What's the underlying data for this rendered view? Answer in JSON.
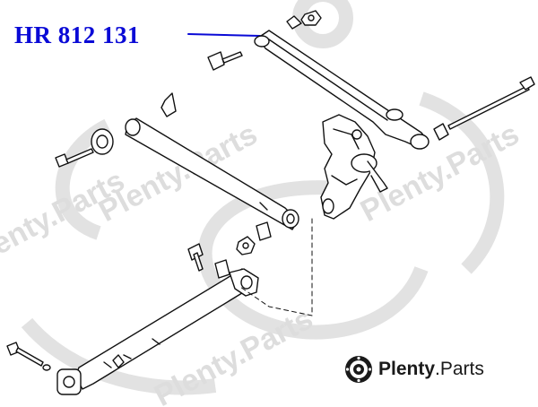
{
  "part_label": "HR 812 131",
  "logo": {
    "brand": "Plenty",
    "suffix": ".Parts"
  },
  "watermark": {
    "text": "Plenty.Parts",
    "color": "#d9d9d9"
  },
  "colors": {
    "label": "#0a0ad6",
    "line_art": "#111111"
  },
  "icons": [
    "plenty-parts-logo-icon"
  ]
}
